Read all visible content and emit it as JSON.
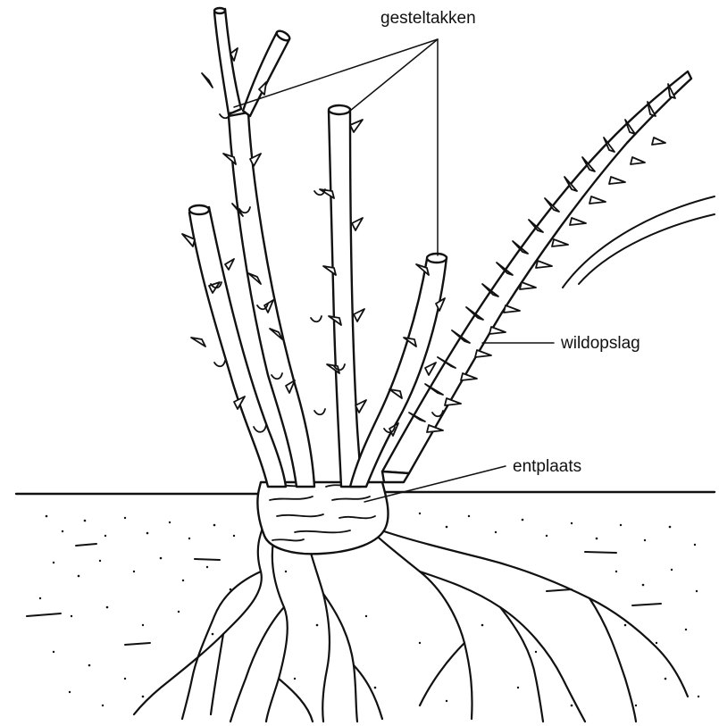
{
  "labels": {
    "framework_branches": "gesteltakken",
    "sucker": "wildopslag",
    "graft_union": "entplaats"
  }
}
